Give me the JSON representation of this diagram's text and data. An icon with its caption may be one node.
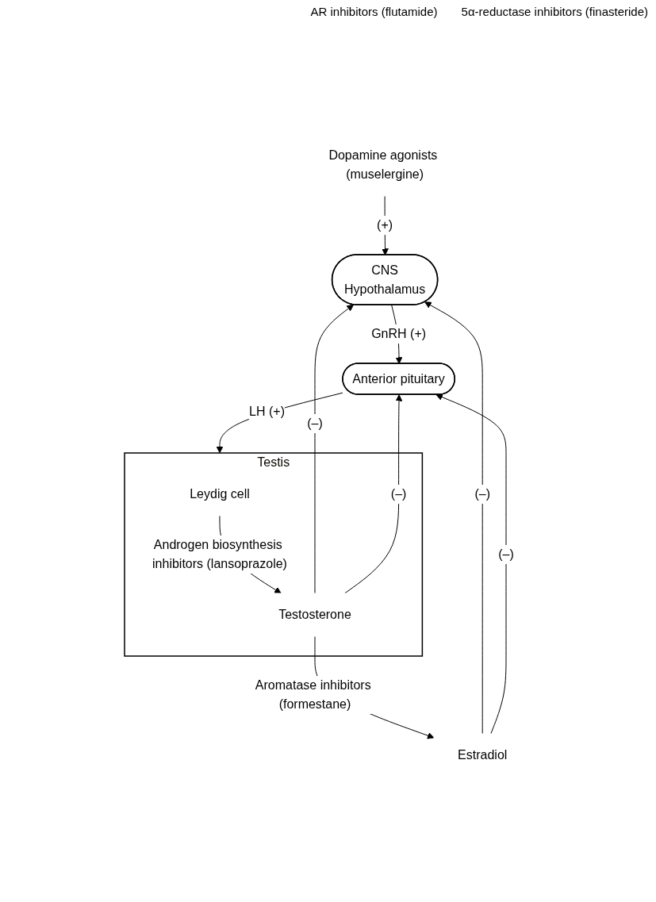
{
  "diagram": {
    "nodes": [
      {
        "text": [
          "Dopamine agonists (muselergine)"
        ]
      },
      {
        "text": [
          "CNS",
          "Hypothalamus"
        ]
      },
      {
        "text": [
          "Anterior pituitary"
        ]
      },
      {
        "text": [
          "Testis"
        ]
      },
      {
        "text": [
          "Leydig cell"
        ],
        "in": 3
      },
      {
        "text": [
          "Testosterone"
        ],
        "in": 3
      },
      {
        "text": [
          "Estradiol"
        ]
      }
    ],
    "edges": [
      {
        "from": 0,
        "to": 1,
        "arrow": "to",
        "label": "(+)"
      },
      {
        "from": 1,
        "to": 2,
        "arrow": "to",
        "label": "GnRH (+)"
      },
      {
        "from": 2,
        "to": 3,
        "arrow": "to",
        "label": "LH (+)"
      },
      {
        "from": 4,
        "to": 5,
        "arrow": "to",
        "label": "Androgen biosynthesis inhibitors (lansoprazole)"
      },
      {
        "from": 5,
        "to": 6,
        "arrow": "to",
        "label": "Aromatase inhibitors (formestane)"
      },
      {
        "from": 6,
        "to": 1,
        "arrow": "to",
        "label": "(–)"
      },
      {
        "from": 6,
        "to": 2,
        "arrow": "to",
        "label": "(–)"
      },
      {
        "from": 5,
        "to": 1,
        "arrow": "to",
        "label": "(–)"
      },
      {
        "from": 5,
        "to": 2,
        "arrow": "to",
        "label": "(–)"
      }
    ],
    "labels": [
      "AR inhibitors (flutamide)",
      "5α-reductase inhibitors (finasteride)"
    ]
  }
}
